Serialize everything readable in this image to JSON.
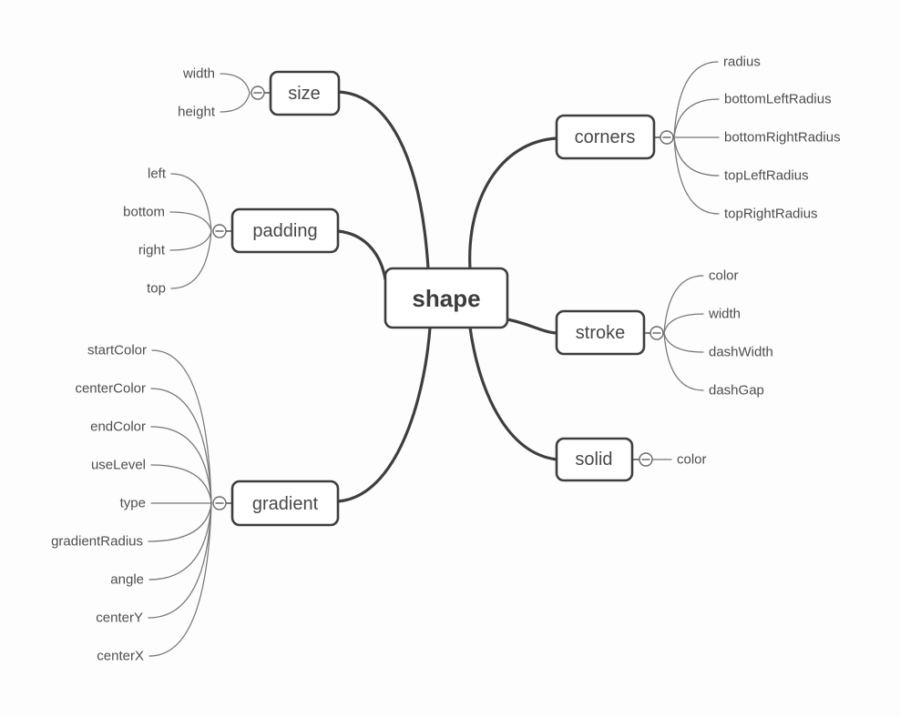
{
  "app": {
    "type": "mindmap-canvas"
  },
  "root": {
    "label": "shape"
  },
  "branches": [
    {
      "label": "size",
      "side": "left",
      "collapse_icon": "minus-circle",
      "children": [
        {
          "label": "width"
        },
        {
          "label": "height"
        }
      ]
    },
    {
      "label": "padding",
      "side": "left",
      "collapse_icon": "minus-circle",
      "children": [
        {
          "label": "left"
        },
        {
          "label": "bottom"
        },
        {
          "label": "right"
        },
        {
          "label": "top"
        }
      ]
    },
    {
      "label": "gradient",
      "side": "left",
      "collapse_icon": "minus-circle",
      "children": [
        {
          "label": "startColor"
        },
        {
          "label": "centerColor"
        },
        {
          "label": "endColor"
        },
        {
          "label": "useLevel"
        },
        {
          "label": "type"
        },
        {
          "label": "gradientRadius"
        },
        {
          "label": "angle"
        },
        {
          "label": "centerY"
        },
        {
          "label": "centerX"
        }
      ]
    },
    {
      "label": "corners",
      "side": "right",
      "collapse_icon": "minus-circle",
      "children": [
        {
          "label": "radius"
        },
        {
          "label": "bottomLeftRadius"
        },
        {
          "label": "bottomRightRadius"
        },
        {
          "label": "topLeftRadius"
        },
        {
          "label": "topRightRadius"
        }
      ]
    },
    {
      "label": "stroke",
      "side": "right",
      "collapse_icon": "minus-circle",
      "children": [
        {
          "label": "color"
        },
        {
          "label": "width"
        },
        {
          "label": "dashWidth"
        },
        {
          "label": "dashGap"
        }
      ]
    },
    {
      "label": "solid",
      "side": "right",
      "collapse_icon": "minus-circle",
      "children": [
        {
          "label": "color"
        }
      ]
    }
  ],
  "colors": {
    "background": "#fdfdfd",
    "node_fill": "#ffffff",
    "node_border": "#3e3e3e",
    "branch_line": "#3e3e3e",
    "leaf_line": "#767676",
    "node_text": "#474747",
    "root_text": "#3c3c3c",
    "leaf_text": "#4e4e4e",
    "collapse_icon": "#6a6a6a"
  }
}
